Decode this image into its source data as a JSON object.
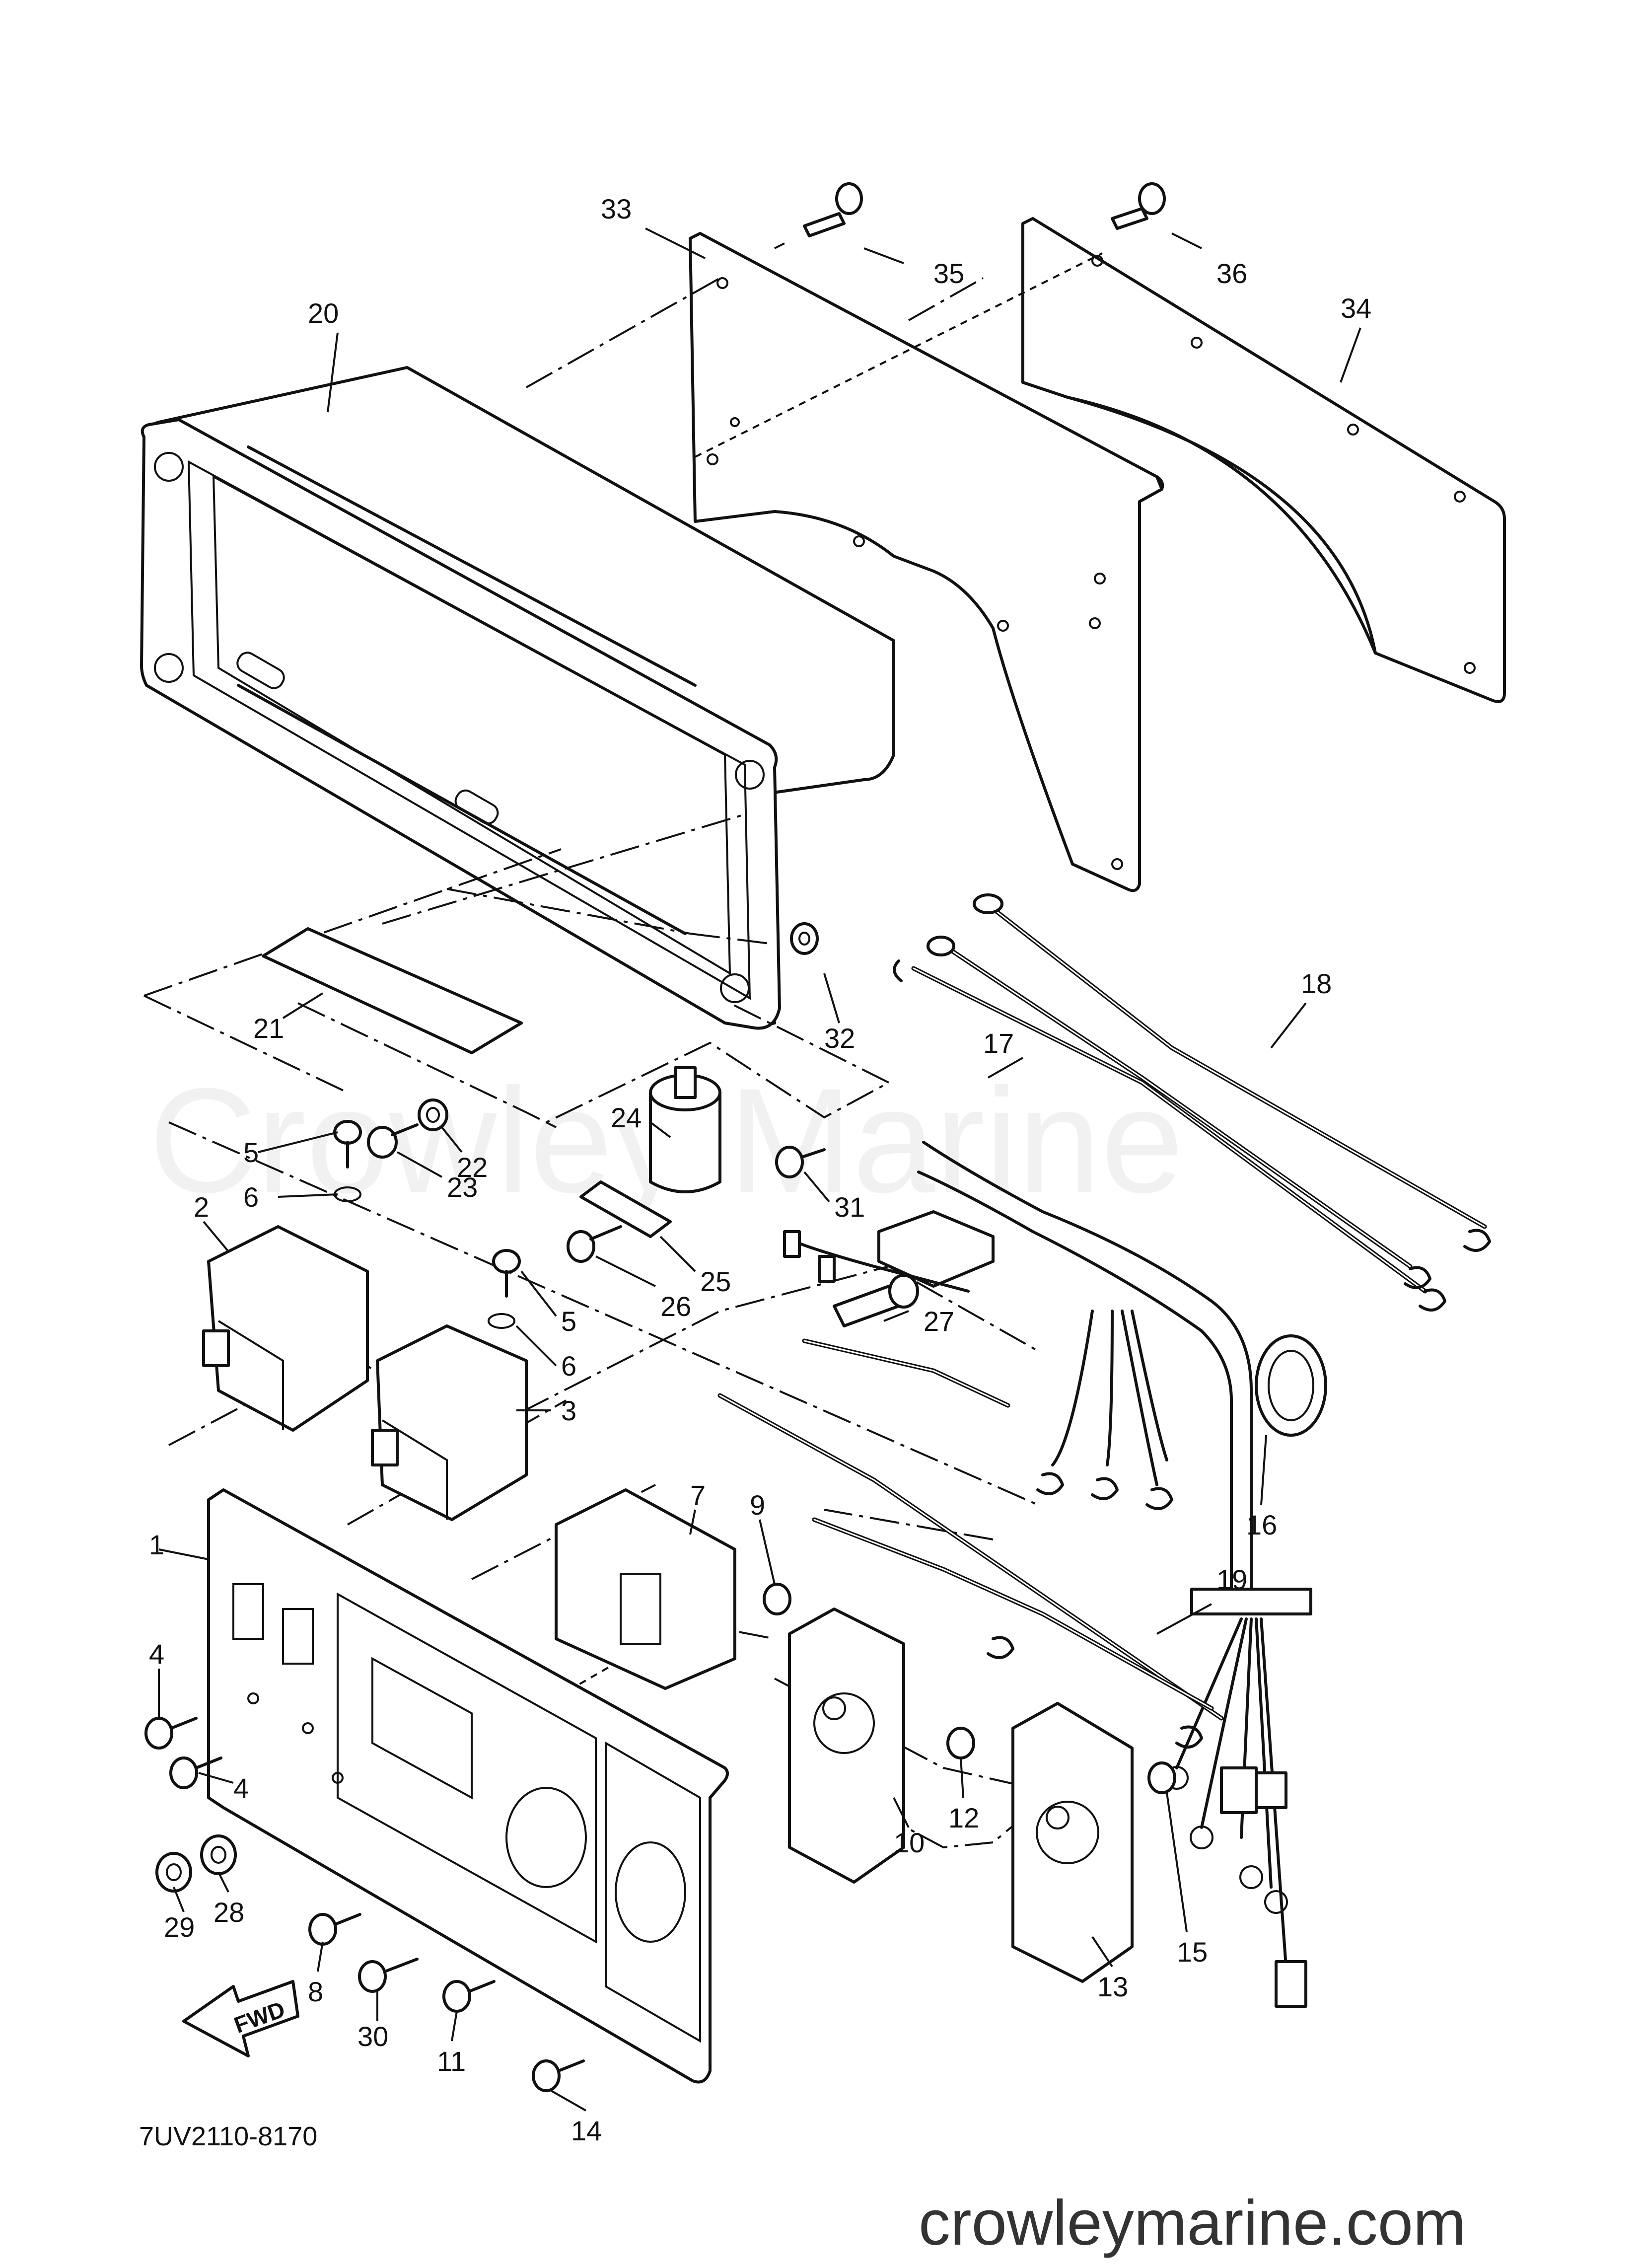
{
  "diagram": {
    "watermark_text": "Crowley Marine",
    "site_text": "crowleymarine.com",
    "drawing_code": "7UV2110-8170",
    "fwd_label": "FWD",
    "callouts": {
      "c1": "1",
      "c2": "2",
      "c3": "3",
      "c4a": "4",
      "c4b": "4",
      "c5a": "5",
      "c5b": "5",
      "c6a": "6",
      "c6b": "6",
      "c7": "7",
      "c8": "8",
      "c9": "9",
      "c10": "10",
      "c11": "11",
      "c12": "12",
      "c13": "13",
      "c14": "14",
      "c15": "15",
      "c16": "16",
      "c17": "17",
      "c18": "18",
      "c19": "19",
      "c20": "20",
      "c21": "21",
      "c22": "22",
      "c23": "23",
      "c24": "24",
      "c25": "25",
      "c26": "26",
      "c27": "27",
      "c28": "28",
      "c29": "29",
      "c30": "30",
      "c31": "31",
      "c32": "32",
      "c33": "33",
      "c34": "34",
      "c35": "35",
      "c36": "36"
    }
  }
}
